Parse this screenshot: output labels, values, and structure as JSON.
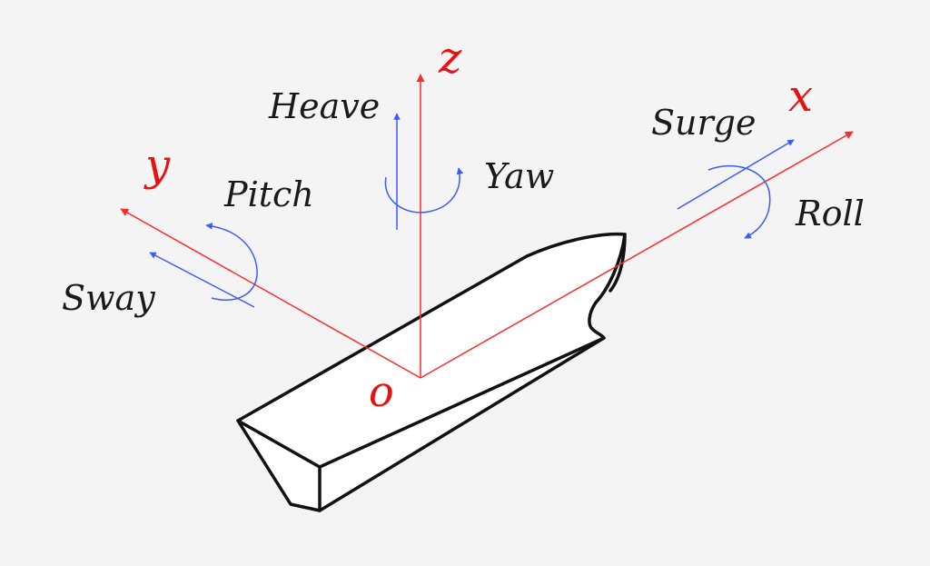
{
  "colors": {
    "background": "#f4f4f4",
    "axis": "#ff2a2a",
    "axis_label": "#e81010",
    "motion": "#3b5bff",
    "outline": "#111111",
    "text": "#1a1a1a"
  },
  "axes": {
    "x": "x",
    "y": "y",
    "z": "z",
    "origin": "o"
  },
  "motions": {
    "heave": "Heave",
    "yaw": "Yaw",
    "surge": "Surge",
    "roll": "Roll",
    "pitch": "Pitch",
    "sway": "Sway"
  },
  "icons": {
    "ship": "ship-hull-icon",
    "translation": "straight-arrow-icon",
    "rotation": "curved-arrow-icon"
  }
}
